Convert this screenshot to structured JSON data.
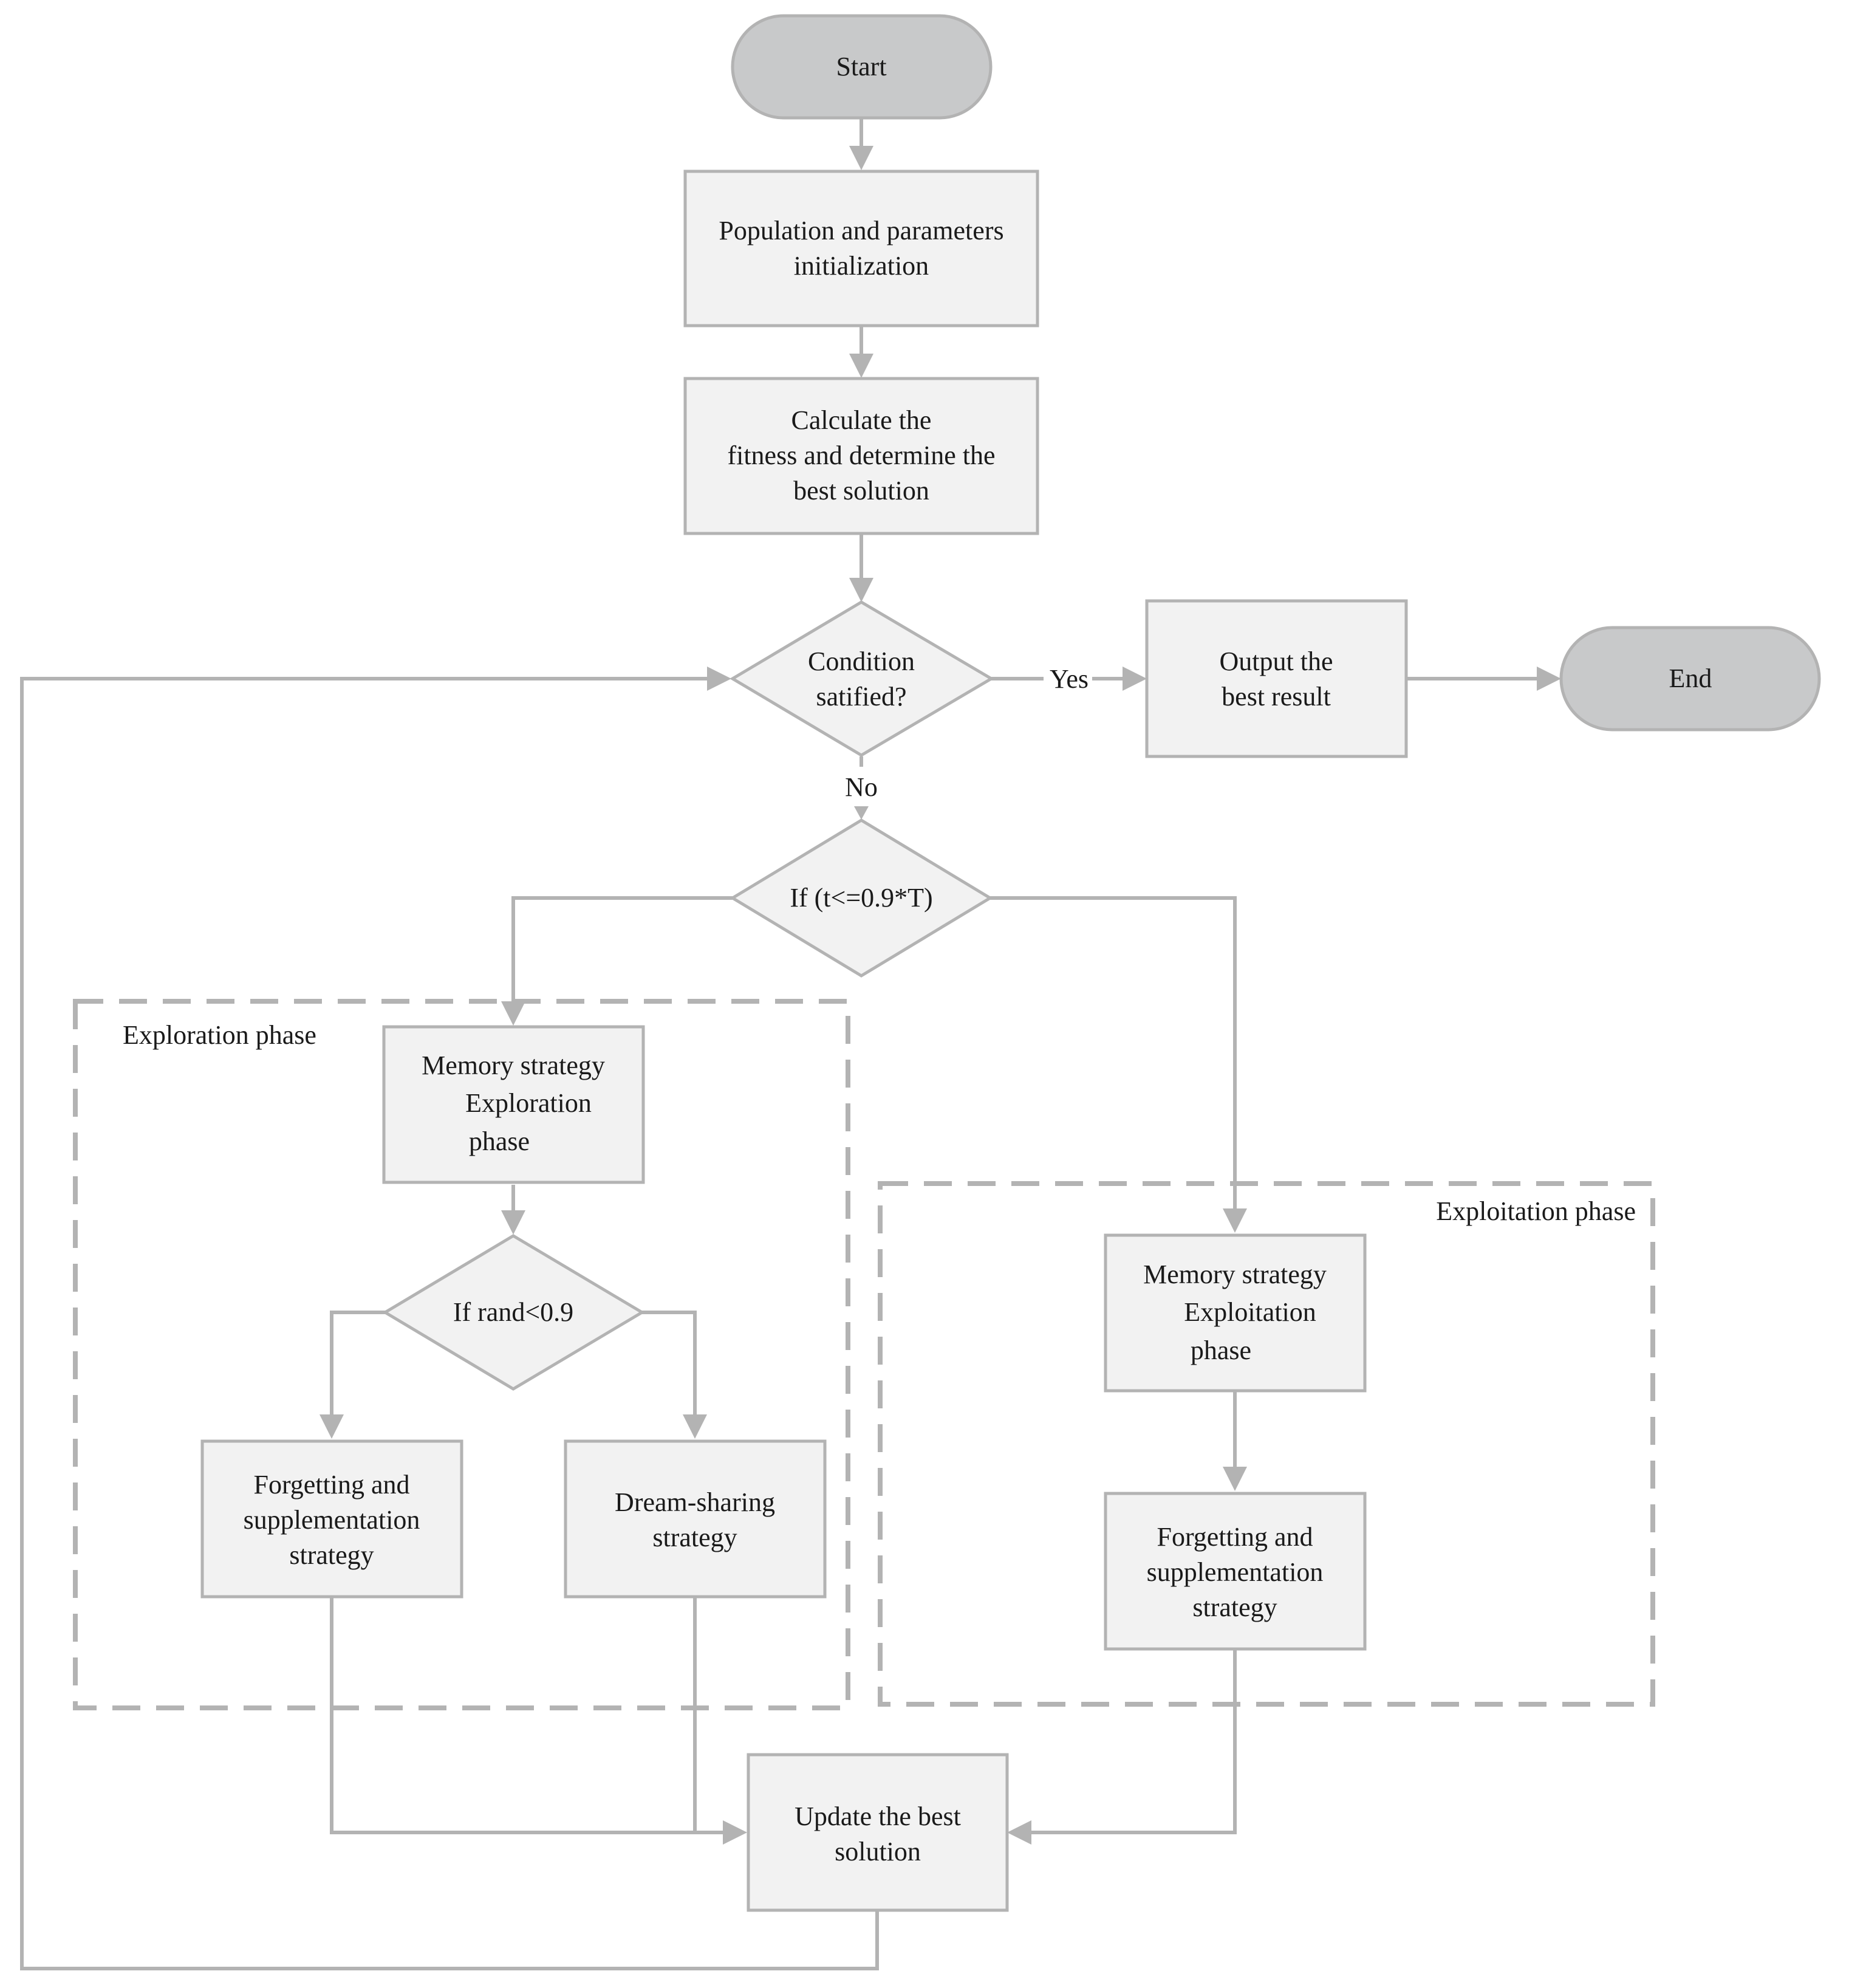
{
  "nodes": {
    "start": {
      "label": "Start"
    },
    "init": {
      "lines": [
        "Population and parameters",
        "initialization"
      ]
    },
    "fitness": {
      "lines": [
        "Calculate the",
        "fitness and determine the",
        "best solution"
      ]
    },
    "condition": {
      "lines": [
        "Condition",
        "satified?"
      ]
    },
    "output": {
      "lines": [
        "Output the",
        "best result"
      ]
    },
    "end": {
      "label": "End"
    },
    "iteration_check": {
      "label": "If (t<=0.9*T)"
    },
    "memory_exploration": {
      "lines": [
        "Memory strategy",
        "Exploration",
        "phase"
      ]
    },
    "rand_check": {
      "label": "If rand<0.9"
    },
    "forgetting_left": {
      "lines": [
        "Forgetting and",
        "supplementation",
        "strategy"
      ]
    },
    "dream_sharing": {
      "lines": [
        "Dream-sharing",
        "strategy"
      ]
    },
    "memory_exploitation": {
      "lines": [
        "Memory strategy",
        "Exploitation",
        "phase"
      ]
    },
    "forgetting_right": {
      "lines": [
        "Forgetting and",
        "supplementation",
        "strategy"
      ]
    },
    "update": {
      "lines": [
        "Update the best",
        "solution"
      ]
    }
  },
  "edge_labels": {
    "yes": "Yes",
    "no": "No"
  },
  "phases": {
    "exploration": {
      "label": "Exploration phase"
    },
    "exploitation": {
      "label": "Exploitation phase"
    }
  },
  "colors": {
    "stroke": "#b3b3b3",
    "node_fill": "#f2f2f2",
    "terminal_fill": "#c8c9ca",
    "text": "#1a1a1a"
  }
}
